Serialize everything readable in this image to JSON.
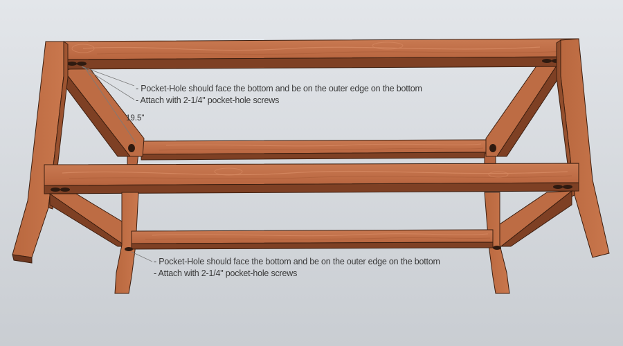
{
  "diagram": {
    "annotations": [
      {
        "id": "top",
        "lines": [
          "- Pocket-Hole should face the bottom and be on the outer edge on the bottom",
          "- Attach with 2-1/4\" pocket-hole screws"
        ]
      },
      {
        "id": "bottom",
        "lines": [
          "- Pocket-Hole should face the bottom and be on the outer edge on the bottom",
          "- Attach with 2-1/4\" pocket-hole screws"
        ]
      }
    ],
    "dimension_label": "19.5\"",
    "colors": {
      "wood_light": "#c0704a",
      "wood_mid": "#b5643f",
      "wood_dark": "#7a3f24",
      "grain": "#d88c66",
      "background_top": "#e3e6ea",
      "background_bottom": "#c9cdd2",
      "text": "#3a3a3a"
    }
  }
}
